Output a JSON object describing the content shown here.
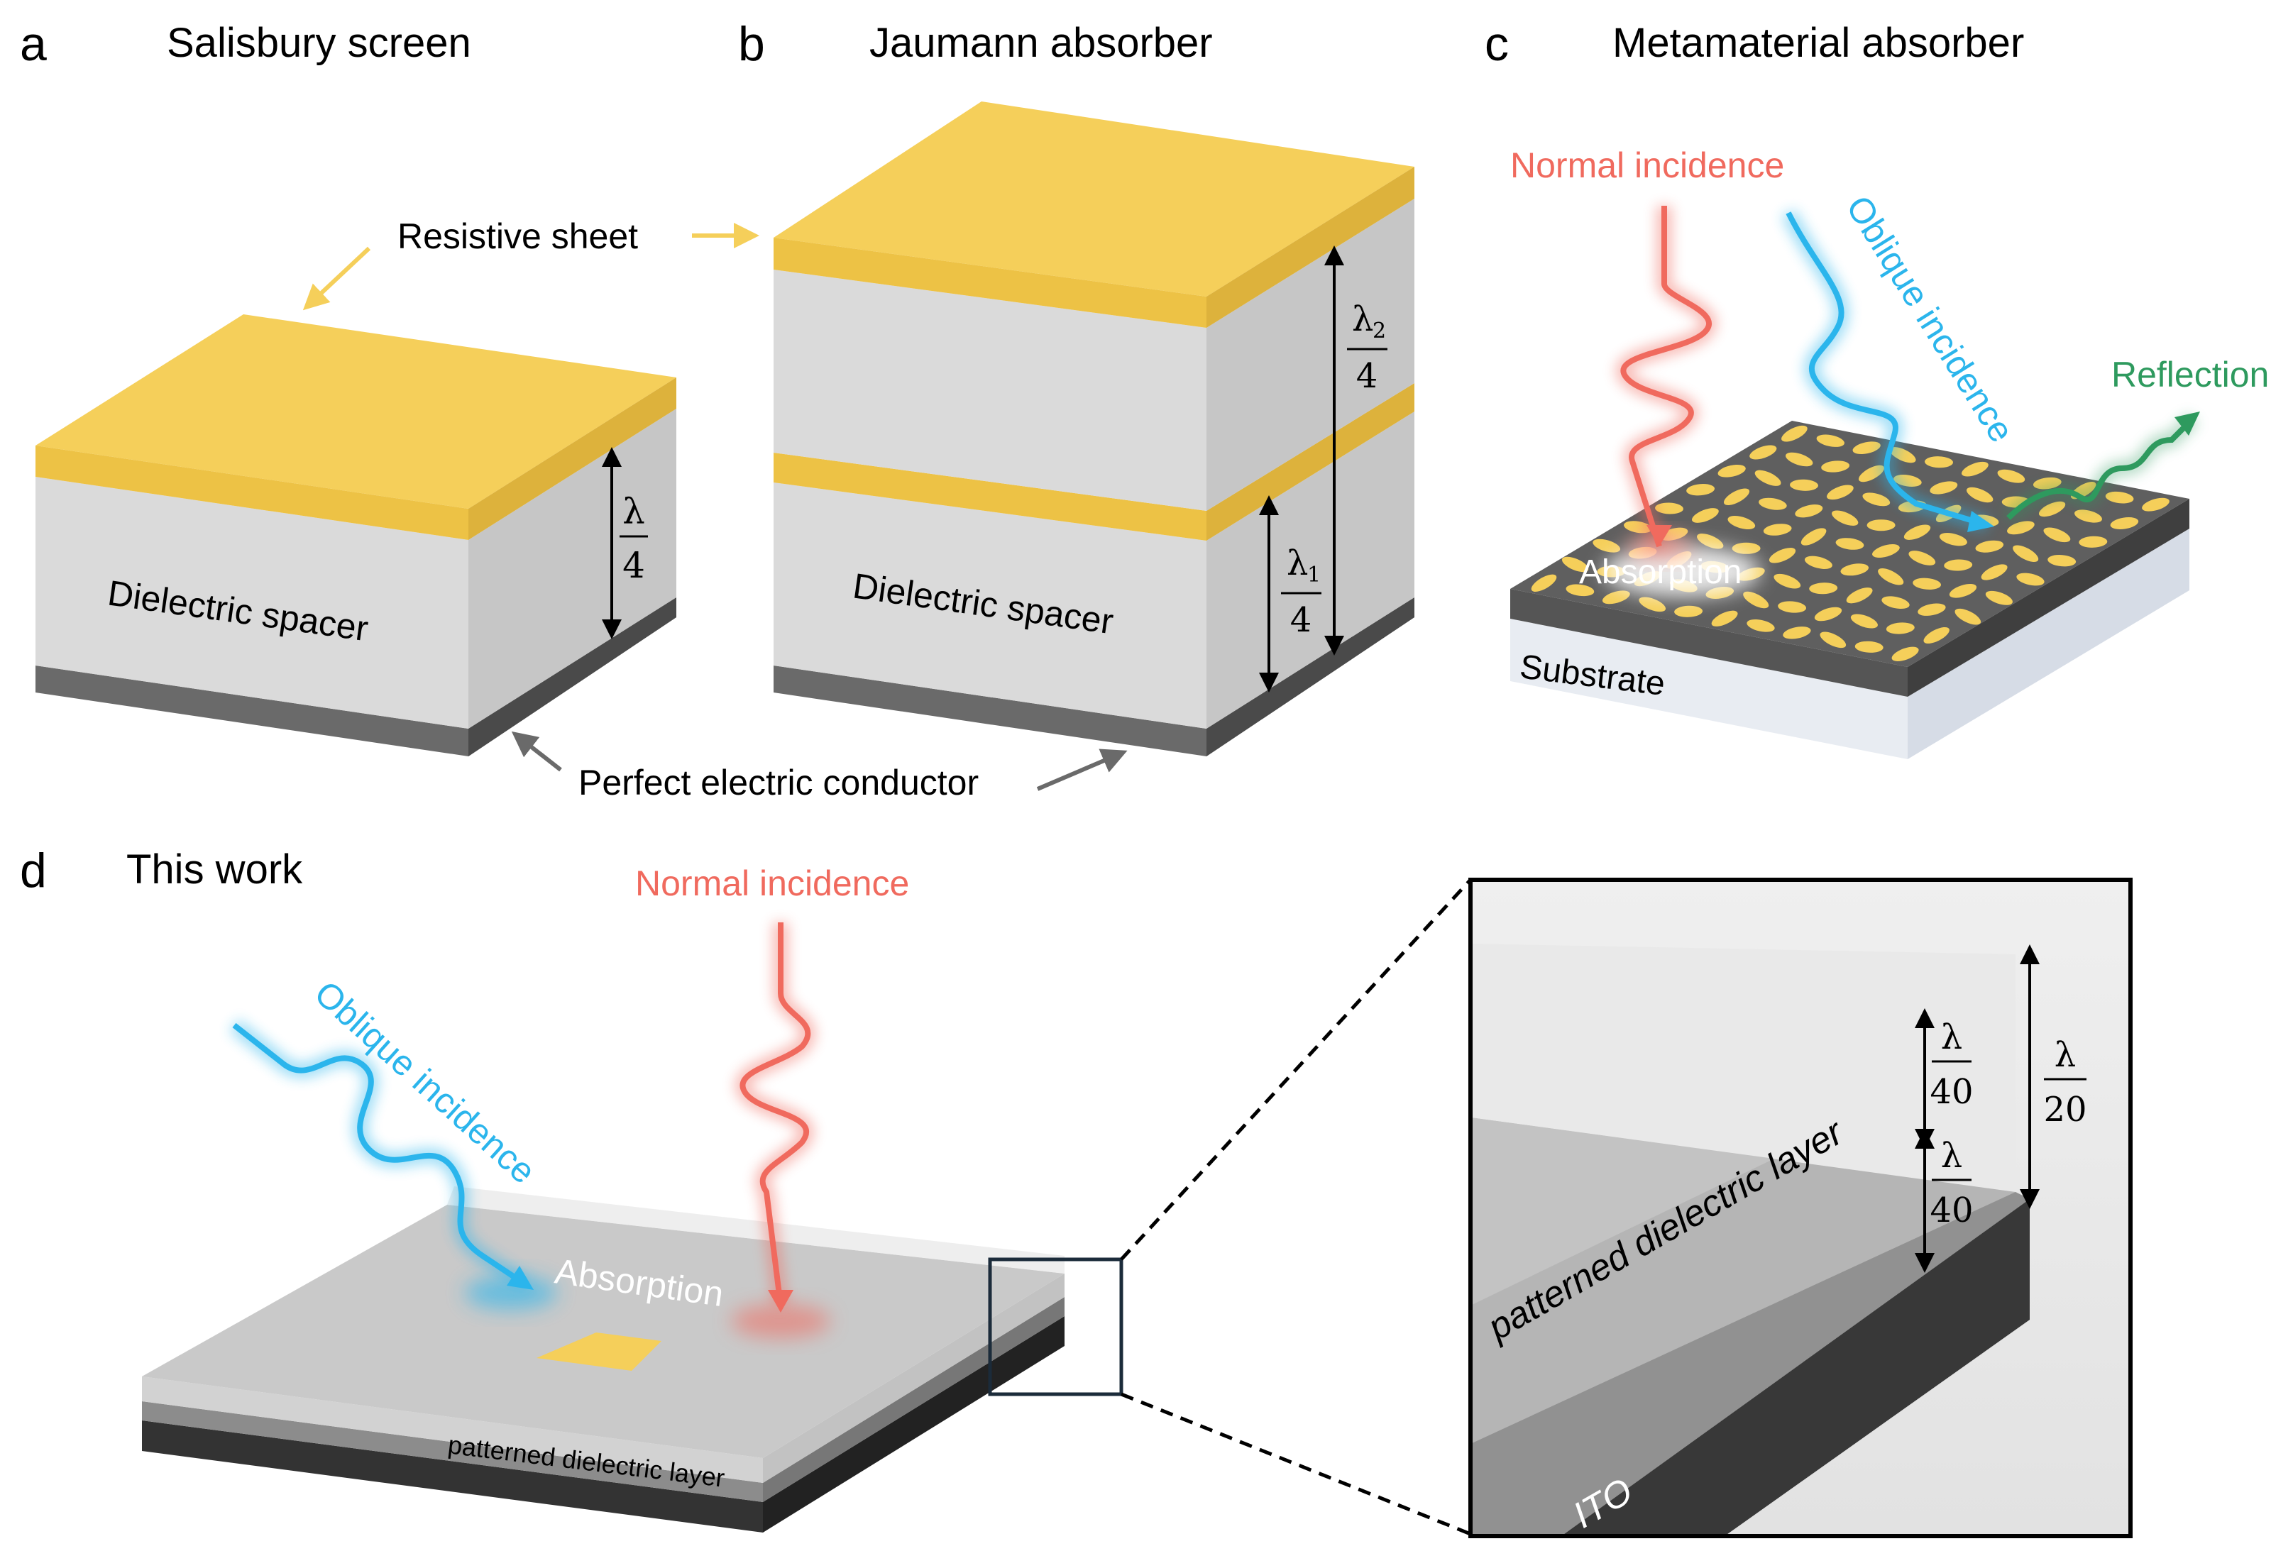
{
  "panels": {
    "a": {
      "letter": "a",
      "title": "Salisbury screen"
    },
    "b": {
      "letter": "b",
      "title": "Jaumann absorber"
    },
    "c": {
      "letter": "c",
      "title": "Metamaterial absorber"
    },
    "d": {
      "letter": "d",
      "title": "This work"
    }
  },
  "labels": {
    "resistive_sheet": "Resistive sheet",
    "dielectric_spacer_a": "Dielectric spacer",
    "dielectric_spacer_b": "Dielectric spacer",
    "perfect_conductor": "Perfect electric conductor",
    "normal_incidence_c": "Normal incidence",
    "oblique_incidence_c": "Oblique incidence",
    "reflection": "Reflection",
    "absorption_c": "Absorption",
    "substrate": "Substrate",
    "normal_incidence_d": "Normal incidence",
    "oblique_incidence_d": "Oblique incidence",
    "absorption_d": "Absorption",
    "patterned_layer_small": "patterned dielectric layer",
    "patterned_layer_zoom": "patterned dielectric layer",
    "ito": "ITO"
  },
  "fractions": {
    "a_lambda": {
      "num": "λ",
      "den": "4"
    },
    "b_l1_num": "λ",
    "b_l1_sub": "1",
    "b_l1_den": "4",
    "b_l2_num": "λ",
    "b_l2_sub": "2",
    "b_l2_den": "4",
    "d_top": {
      "num": "λ",
      "den": "40"
    },
    "d_bottom": {
      "num": "λ",
      "den": "40"
    },
    "d_total": {
      "num": "λ",
      "den": "20"
    }
  },
  "colors": {
    "gold": "#f5cf5a",
    "spacer": "#dadada",
    "conductor": "#6c6c6c",
    "normal_wave": "#f0625a",
    "oblique_wave": "#2bb5ec",
    "reflection_wave": "#2e9a5e"
  }
}
